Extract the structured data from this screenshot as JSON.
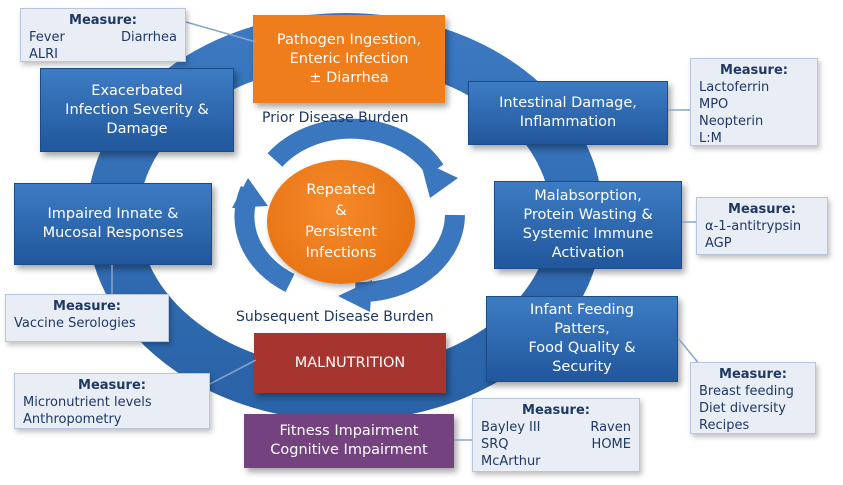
{
  "center": {
    "line1": "Repeated",
    "line2": "&",
    "line3": "Persistent",
    "line4": "Infections"
  },
  "labels": {
    "prior": "Prior Disease Burden",
    "subsequent": "Subsequent Disease Burden"
  },
  "boxes": {
    "pathogen": {
      "line1": "Pathogen Ingestion,",
      "line2": "Enteric Infection",
      "line3": "± Diarrhea"
    },
    "intestinal": {
      "line1": "Intestinal Damage,",
      "line2": "Inflammation"
    },
    "malabsorption": {
      "line1": "Malabsorption,",
      "line2": "Protein Wasting &",
      "line3": "Systemic Immune",
      "line4": "Activation"
    },
    "feeding": {
      "line1": "Infant Feeding",
      "line2": "Patters,",
      "line3": "Food Quality &",
      "line4": "Security"
    },
    "malnutrition": {
      "line1": "MALNUTRITION"
    },
    "impaired": {
      "line1": "Impaired Innate &",
      "line2": "Mucosal Responses"
    },
    "exacerbated": {
      "line1": "Exacerbated",
      "line2": "Infection Severity &",
      "line3": "Damage"
    },
    "fitness": {
      "line1": "Fitness Impairment",
      "line2": "Cognitive Impairment"
    }
  },
  "measures": {
    "title": "Measure:",
    "top_left": {
      "items": [
        "Fever",
        "Diarrhea",
        "ALRI"
      ]
    },
    "intestinal": {
      "items": [
        "Lactoferrin",
        "MPO",
        "Neopterin",
        "L:M"
      ]
    },
    "malabsorption": {
      "items": [
        "α-1-antitrypsin",
        "AGP"
      ]
    },
    "feeding": {
      "items": [
        "Breast feeding",
        "Diet diversity",
        "Recipes"
      ]
    },
    "cognitive": {
      "items": [
        "Bayley III",
        "Raven",
        "SRQ",
        "HOME",
        "McArthur"
      ]
    },
    "micronutrient": {
      "items": [
        "Micronutrient levels",
        "Anthropometry"
      ]
    },
    "vaccine": {
      "items": [
        "Vaccine Serologies"
      ]
    }
  },
  "colors": {
    "blue": "#2f6db5",
    "orange": "#f07d1b",
    "maroon": "#a6352f",
    "purple": "#73427f",
    "measure_bg": "#e9eef6",
    "measure_text": "#1f3864"
  }
}
